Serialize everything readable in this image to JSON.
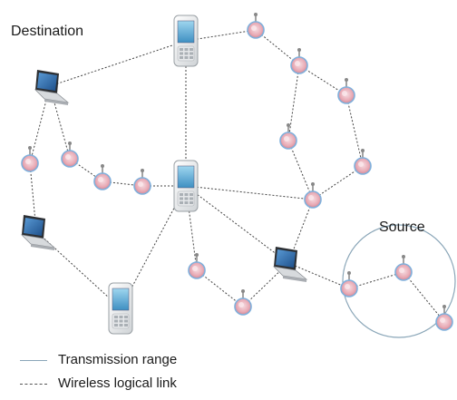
{
  "labels": {
    "destination": "Destination",
    "source": "Source"
  },
  "legend": {
    "transmission": "Transmission range",
    "wireless": "Wireless logical link"
  },
  "colors": {
    "link": "#444444",
    "range": "#8aa6b8",
    "sensor_fill": "#e8b4bc",
    "sensor_ring": "#7fb0dc"
  },
  "icons": {
    "phone": "phone-icon",
    "laptop": "laptop-icon",
    "sensor": "sensor-icon"
  }
}
